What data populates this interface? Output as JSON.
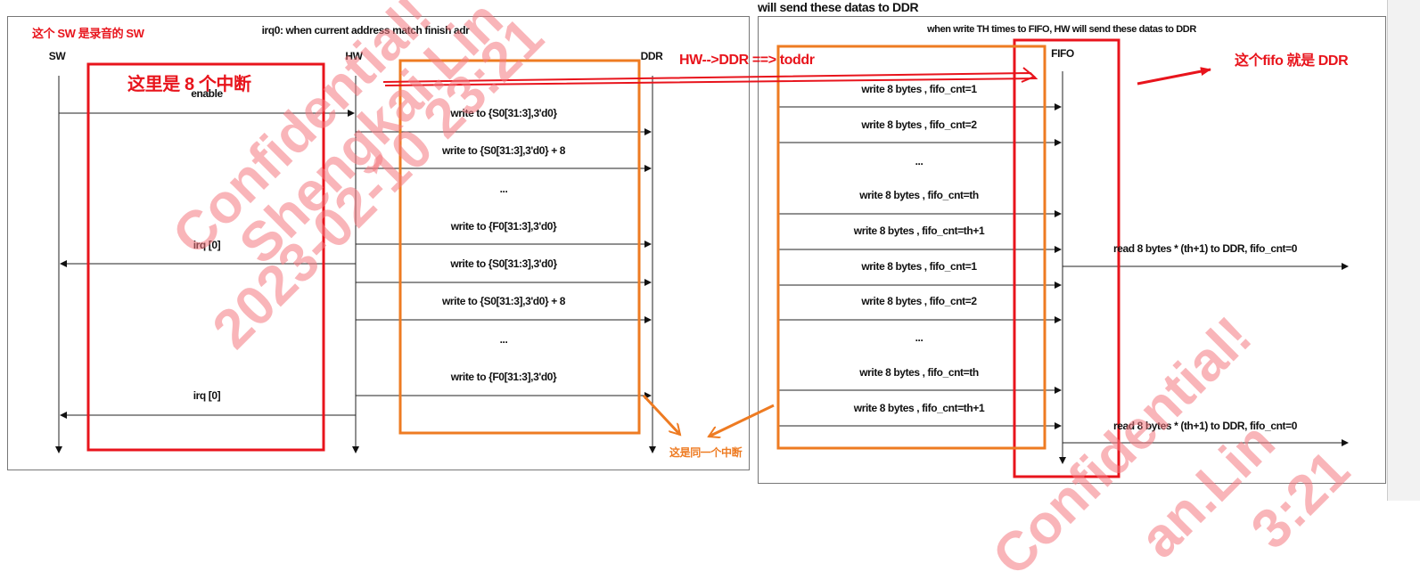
{
  "left_panel": {
    "annotation_top": "这个 SW 是录音的 SW",
    "title": "irq0: when current address match finish adr",
    "lane_sw": "SW",
    "lane_hw": "HW",
    "lane_ddr": "DDR",
    "box_label": "这里是 8 个中断",
    "enable": "enable",
    "msg1": "write to {S0[31:3],3'd0}",
    "msg2": "write to {S0[31:3],3'd0} + 8",
    "dots1": "...",
    "msg3": "write to {F0[31:3],3'd0}",
    "irq1": "irq [0]",
    "msg4": "write to {S0[31:3],3'd0}",
    "msg5": "write to {S0[31:3],3'd0} + 8",
    "dots2": "...",
    "msg6": "write to {F0[31:3],3'd0}",
    "irq2": "irq [0]",
    "same_irq_note": "这是同一个中断"
  },
  "right_panel": {
    "header_cut": "will send these datas to DDR",
    "title": "when write TH times to FIFO, HW will send these datas to DDR",
    "lane_fifo": "FIFO",
    "hw_to_ddr": "HW-->DDR ==> toddr",
    "fifo_note": "这个fifo 就是 DDR",
    "rows": [
      "write 8 bytes , fifo_cnt=1",
      "write 8 bytes , fifo_cnt=2",
      "...",
      "write 8 bytes , fifo_cnt=th",
      "write 8 bytes , fifo_cnt=th+1",
      "write 8 bytes , fifo_cnt=1",
      "write 8 bytes , fifo_cnt=2",
      "...",
      "write 8 bytes , fifo_cnt=th",
      "write 8 bytes , fifo_cnt=th+1"
    ],
    "read1": "read 8 bytes * (th+1) to DDR, fifo_cnt=0",
    "read2": "read 8 bytes * (th+1) to DDR, fifo_cnt=0"
  },
  "watermark": {
    "line1": "Confidential!",
    "line2": "Shengkai.Lin",
    "line3": "2023-02-10 23:21",
    "lower1": "Confidential!",
    "lower2": "an.Lin",
    "lower3": "3:21"
  },
  "colors": {
    "red": "#e8141c",
    "orange": "#ee7b22",
    "watermark": "#f47880"
  }
}
